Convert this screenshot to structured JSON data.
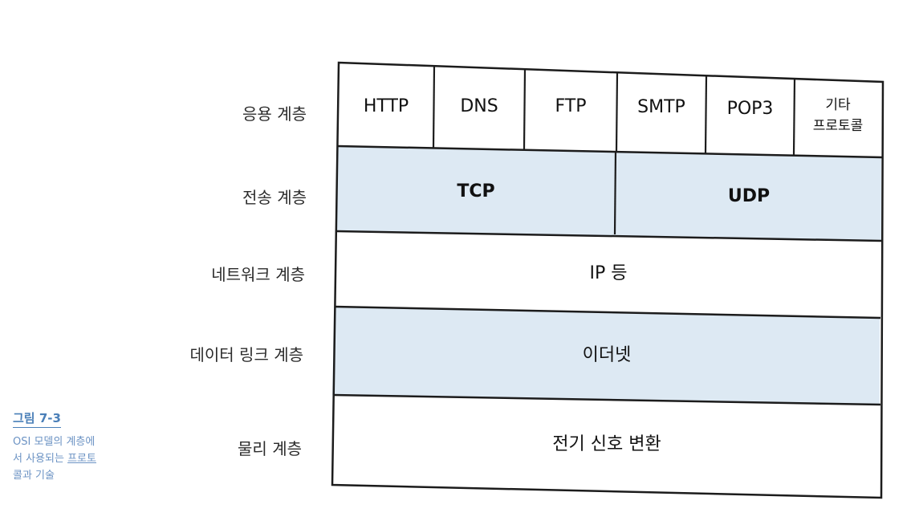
{
  "layers": [
    {
      "label": "응용 계층"
    },
    {
      "label": "전송 계층"
    },
    {
      "label": "네트워크 계층"
    },
    {
      "label": "데이터 링크 계층"
    },
    {
      "label": "물리 계층"
    }
  ],
  "application": [
    "HTTP",
    "DNS",
    "FTP",
    "SMTP",
    "POP3"
  ],
  "application_other": [
    "기타",
    "프로토콜"
  ],
  "transport": [
    "TCP",
    "UDP"
  ],
  "network": "IP 등",
  "datalink": "이더넷",
  "physical": "전기 신호 변환",
  "caption": {
    "title": "그림 7-3",
    "line1": "OSI 모델의 계층에",
    "line2a": "서 사용되는 ",
    "line2b": "프로토",
    "line3": "콜과 기술"
  },
  "colors": {
    "shaded": "#dde9f3",
    "line": "#1c1c1c",
    "caption": "#4a7fb8"
  }
}
